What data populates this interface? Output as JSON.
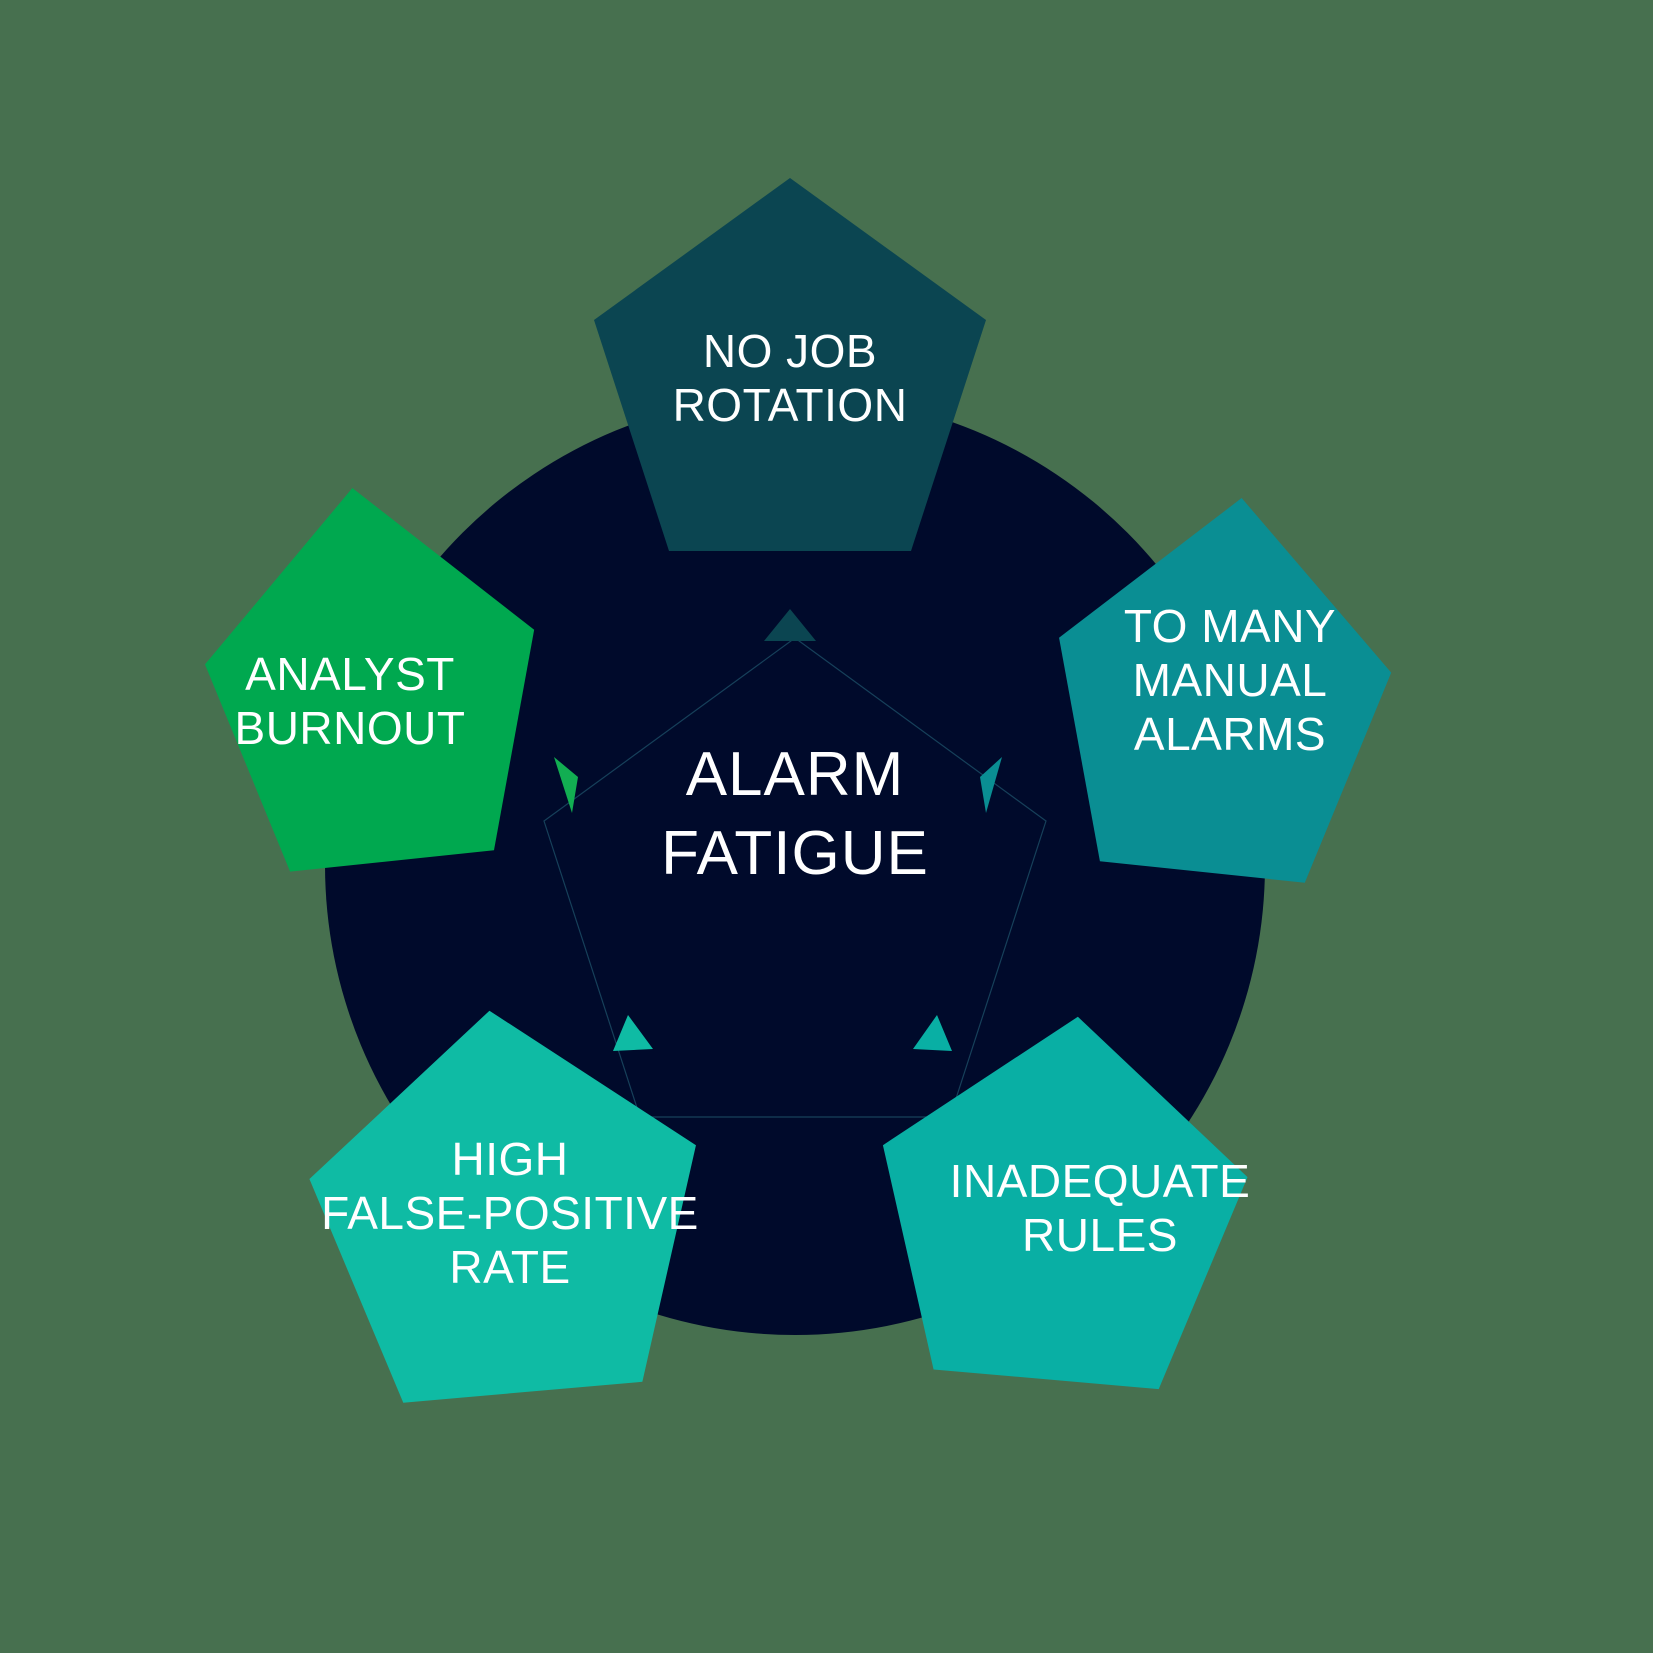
{
  "diagram": {
    "title": "Alarm Fatigue causes pentagon diagram",
    "center": {
      "label": "ALARM\nFATIGUE",
      "shape": "pentagon",
      "fill": "#000A2B"
    },
    "background_color": "#47704F",
    "circle_color": "#000A2B",
    "nodes": [
      {
        "id": "no-job-rotation",
        "label": "NO JOB\nROTATION",
        "color": "#0B4551",
        "position": "top",
        "arrow_color": "#0B4551"
      },
      {
        "id": "analyst-burnout",
        "label": "ANALYST\nBURNOUT",
        "color": "#00A84F",
        "position": "left",
        "arrow_color": "#00A84F"
      },
      {
        "id": "to-many-manual-alarms",
        "label": "TO MANY\nMANUAL\nALARMS",
        "color": "#0A8E93",
        "position": "right",
        "arrow_color": "#0A8E93"
      },
      {
        "id": "high-false-positive-rate",
        "label": "HIGH\nFALSE-POSITIVE\nRATE",
        "color": "#0FBBA4",
        "position": "bottom-left",
        "arrow_color": "#0FBBA4"
      },
      {
        "id": "inadequate-rules",
        "label": "INADEQUATE\nRULES",
        "color": "#09AFA4",
        "position": "bottom-right",
        "arrow_color": "#09AFA4"
      }
    ]
  }
}
